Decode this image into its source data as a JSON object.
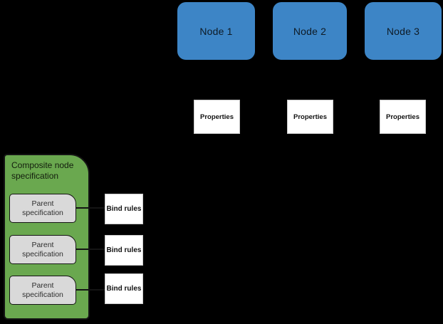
{
  "colors": {
    "background": "#000000",
    "node_fill": "#3d85c6",
    "node_text": "#0e1b26",
    "composite_fill": "#6aa84f",
    "parent_fill": "#d9d9d9",
    "box_fill": "#ffffff",
    "border_dark": "#141414",
    "box_border": "#c9c9c9"
  },
  "nodes": [
    {
      "label": "Node 1"
    },
    {
      "label": "Node 2"
    },
    {
      "label": "Node 3"
    }
  ],
  "properties_boxes": [
    {
      "label": "Properties"
    },
    {
      "label": "Properties"
    },
    {
      "label": "Properties"
    }
  ],
  "composite": {
    "title": "Composite node specification",
    "parents": [
      {
        "label": "Parent specification"
      },
      {
        "label": "Parent specification"
      },
      {
        "label": "Parent specification"
      }
    ]
  },
  "bind_rules": [
    {
      "label": "Bind rules"
    },
    {
      "label": "Bind rules"
    },
    {
      "label": "Bind rules"
    }
  ]
}
